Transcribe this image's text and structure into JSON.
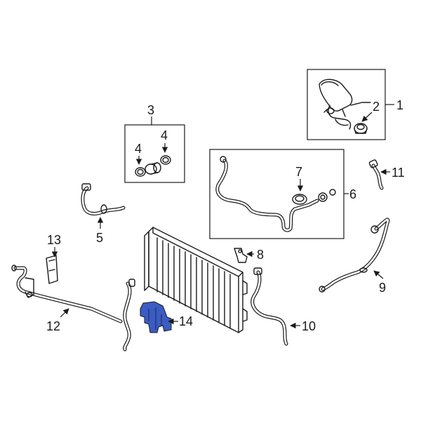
{
  "callouts": {
    "c1": "1",
    "c2": "2",
    "c3": "3",
    "c4a": "4",
    "c4b": "4",
    "c5": "5",
    "c6": "6",
    "c7": "7",
    "c8": "8",
    "c9": "9",
    "c10": "10",
    "c11": "11",
    "c12": "12",
    "c13": "13",
    "c14": "14"
  },
  "colors": {
    "line": "#1a1a1a",
    "highlight": "#3a5cc4",
    "background": "#ffffff"
  }
}
